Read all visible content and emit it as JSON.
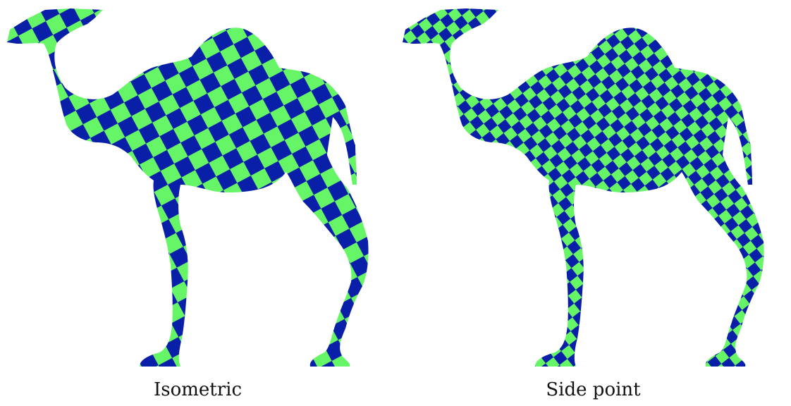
{
  "figure": {
    "panels": [
      {
        "caption": "Isometric",
        "pattern": "checkerboard-coarse"
      },
      {
        "caption": "Side point",
        "pattern": "checkerboard-fine"
      }
    ],
    "colors": {
      "checker_dark": "#0a1fa8",
      "checker_light": "#66f566",
      "background": "#ffffff"
    }
  }
}
